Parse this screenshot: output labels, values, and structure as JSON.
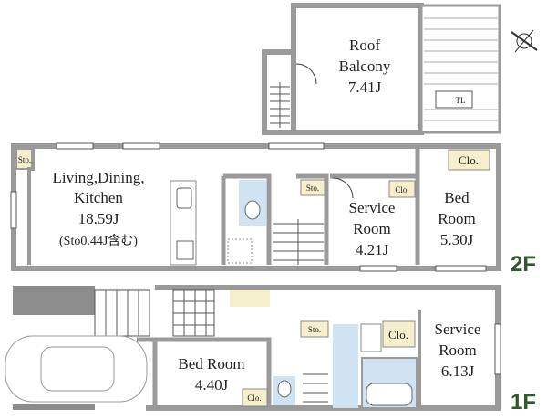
{
  "colors": {
    "wall": "#9a9a9a",
    "storage": "#f6efcc",
    "water": "#cfe3f3",
    "floor_label": "#2e5a2e",
    "carport": "#8c8c8c"
  },
  "roof": {
    "room_line1": "Roof",
    "room_line2": "Balcony",
    "area": "7.41J",
    "tl_label": "TL"
  },
  "floor2": {
    "label": "2F",
    "ldk": {
      "line1": "Living,Dining,",
      "line2": "Kitchen",
      "area": "18.59J",
      "note": "(Sto0.44J含む)"
    },
    "ldk_storage": "Sto.",
    "hall_storage": "Sto.",
    "service_room": {
      "line1": "Service",
      "line2": "Room",
      "area": "4.21J"
    },
    "service_closet": "Clo.",
    "bed_room": {
      "line1": "Bed",
      "line2": "Room",
      "area": "5.30J"
    },
    "bed_closet": "Clo."
  },
  "floor1": {
    "label": "1F",
    "bed_room": {
      "line1": "Bed Room",
      "area": "4.40J"
    },
    "bed_closet": "Clo.",
    "storage": "Sto.",
    "closet": "Clo.",
    "service_room": {
      "line1": "Service",
      "line2": "Room",
      "area": "6.13J"
    }
  },
  "compass_icon": "compass-rose-icon"
}
